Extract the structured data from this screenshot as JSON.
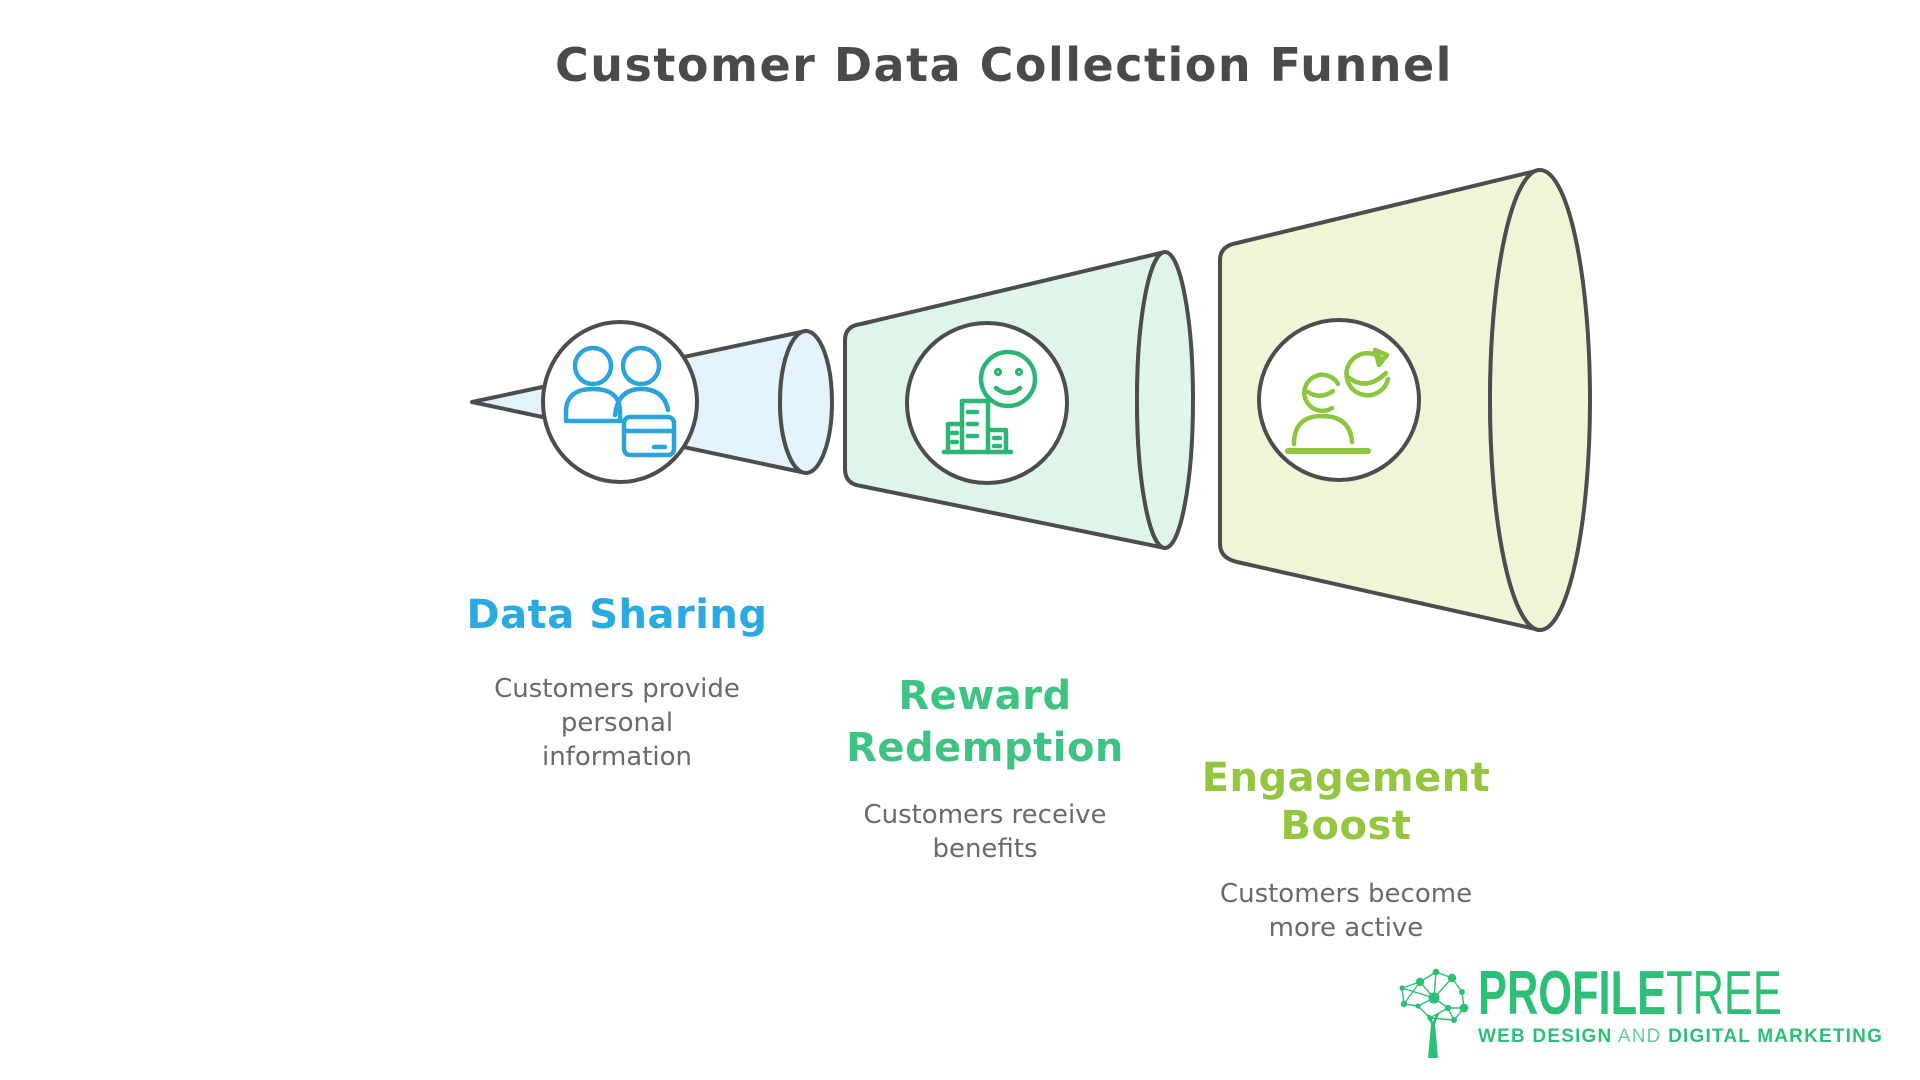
{
  "title": "Customer Data Collection Funnel",
  "stages": [
    {
      "heading_lines": [
        "Data Sharing"
      ],
      "desc_lines": [
        "Customers provide",
        "personal",
        "information"
      ],
      "heading_color": "#2BAAE2",
      "fill": "#E3F3FB",
      "icon": "users-credit-card-icon",
      "icon_color": "#2BA3DC"
    },
    {
      "heading_lines": [
        "Reward",
        "Redemption"
      ],
      "desc_lines": [
        "Customers receive",
        "benefits"
      ],
      "heading_color": "#3FC382",
      "fill": "#DFF5E9",
      "icon": "storefront-smiley-icon",
      "icon_color": "#2DB673"
    },
    {
      "heading_lines": [
        "Engagement",
        "Boost"
      ],
      "desc_lines": [
        "Customers become",
        "more active"
      ],
      "heading_color": "#94C53F",
      "fill": "#EFF6D8",
      "icon": "person-refresh-icon",
      "icon_color": "#8CC63F"
    }
  ],
  "logo": {
    "brand_primary": "PROFILE",
    "brand_secondary": "TREE",
    "tagline_bold_1": "WEB DESIGN",
    "tagline_light": " AND ",
    "tagline_bold_2": "DIGITAL MARKETING",
    "color": "#2EBF77"
  },
  "colors": {
    "background": "#FFFFFF",
    "outline": "#4D4D4D",
    "title_text": "#4A4A4A",
    "body_text": "#6A6A6A"
  }
}
